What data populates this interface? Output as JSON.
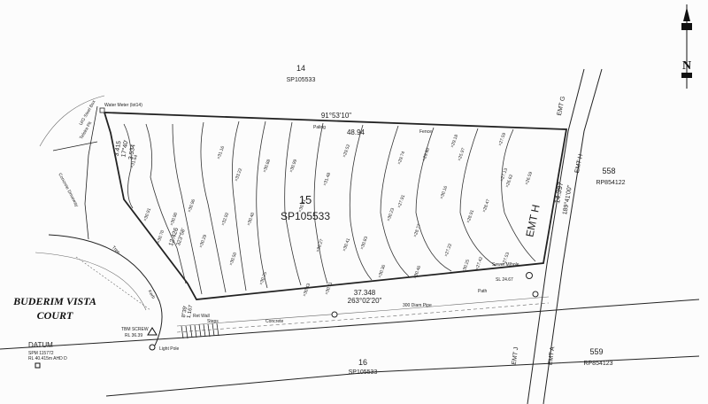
{
  "lots": {
    "lot14": {
      "number": "14",
      "plan": "SP105533"
    },
    "lot15": {
      "number": "15",
      "plan": "SP105533"
    },
    "lot16": {
      "number": "16",
      "plan": "SP105533"
    },
    "lot558": {
      "number": "558",
      "plan": "RP854122"
    },
    "lot559": {
      "number": "559",
      "plan": "RP854123"
    }
  },
  "street": {
    "line1": "BUDERIM VISTA",
    "line2": "COURT"
  },
  "datum": {
    "title": "DATUM",
    "line1": "SPM 115772",
    "line2": "RL 40.415m AHD D"
  },
  "boundaries": {
    "north_bearing": "91°53'10\"",
    "north_distance": "48.94",
    "south_distance": "37.348",
    "south_bearing": "263°02'20\"",
    "east_distance": "14.397",
    "east_bearing": "189°41'00\"",
    "west_distance_1": "3.415",
    "west_bearing_1": "17°40'",
    "west_distance_2": "3.534",
    "west_distance_3": "12.426",
    "west_bearing_3": "323°58'",
    "arc_distance": "1.167",
    "arc_bearing": "8°39'"
  },
  "easements": {
    "emt_g": "EMT G",
    "emt_h": "EMT H",
    "emt_h2": "EMT H",
    "emt_j": "EMT J",
    "emt_a": "EMT A"
  },
  "labels": {
    "water_meter": "Water Meter (lot14)",
    "uu_steel_box": "U/G Steel Box",
    "telstra_pit": "Telstra Pit",
    "concrete_driveway": "Concrete Driveway",
    "paling": "Paling",
    "fence": "Fence",
    "sewer_manhole": "Sewer M/hole",
    "sewer_sl": "SL 24.67",
    "path": "Path",
    "sewer_pipe": "300 Diam Pipe",
    "concrete": "Concrete",
    "ret_wall": "Ret Wall",
    "steps": "Steps",
    "tbm_screw": "TBM SCREW",
    "tbm_rl": "RL 36.39",
    "light_pole": "Light Pole",
    "kerb": "Kerb",
    "tree": "Tree"
  },
  "spot_levels": [
    "31.64",
    "30.91",
    "30.90",
    "30.70",
    "30.96",
    "30.29",
    "31.16",
    "32.92",
    "30.50",
    "30.40",
    "30.25",
    "33.22",
    "30.88",
    "30.99",
    "30.27",
    "30.11",
    "30.43",
    "29.52",
    "30.31",
    "30.41",
    "30.83",
    "30.36",
    "27.91",
    "30.46",
    "29.74",
    "31.48",
    "30.23",
    "30.16",
    "29.60",
    "29.18",
    "27.59",
    "27.13",
    "28.77",
    "30.25",
    "28.91",
    "28.47",
    "27.53",
    "26.62",
    "26.59",
    "25.97",
    "27.22",
    "27.42"
  ],
  "north_arrow": {
    "letter": "N"
  }
}
